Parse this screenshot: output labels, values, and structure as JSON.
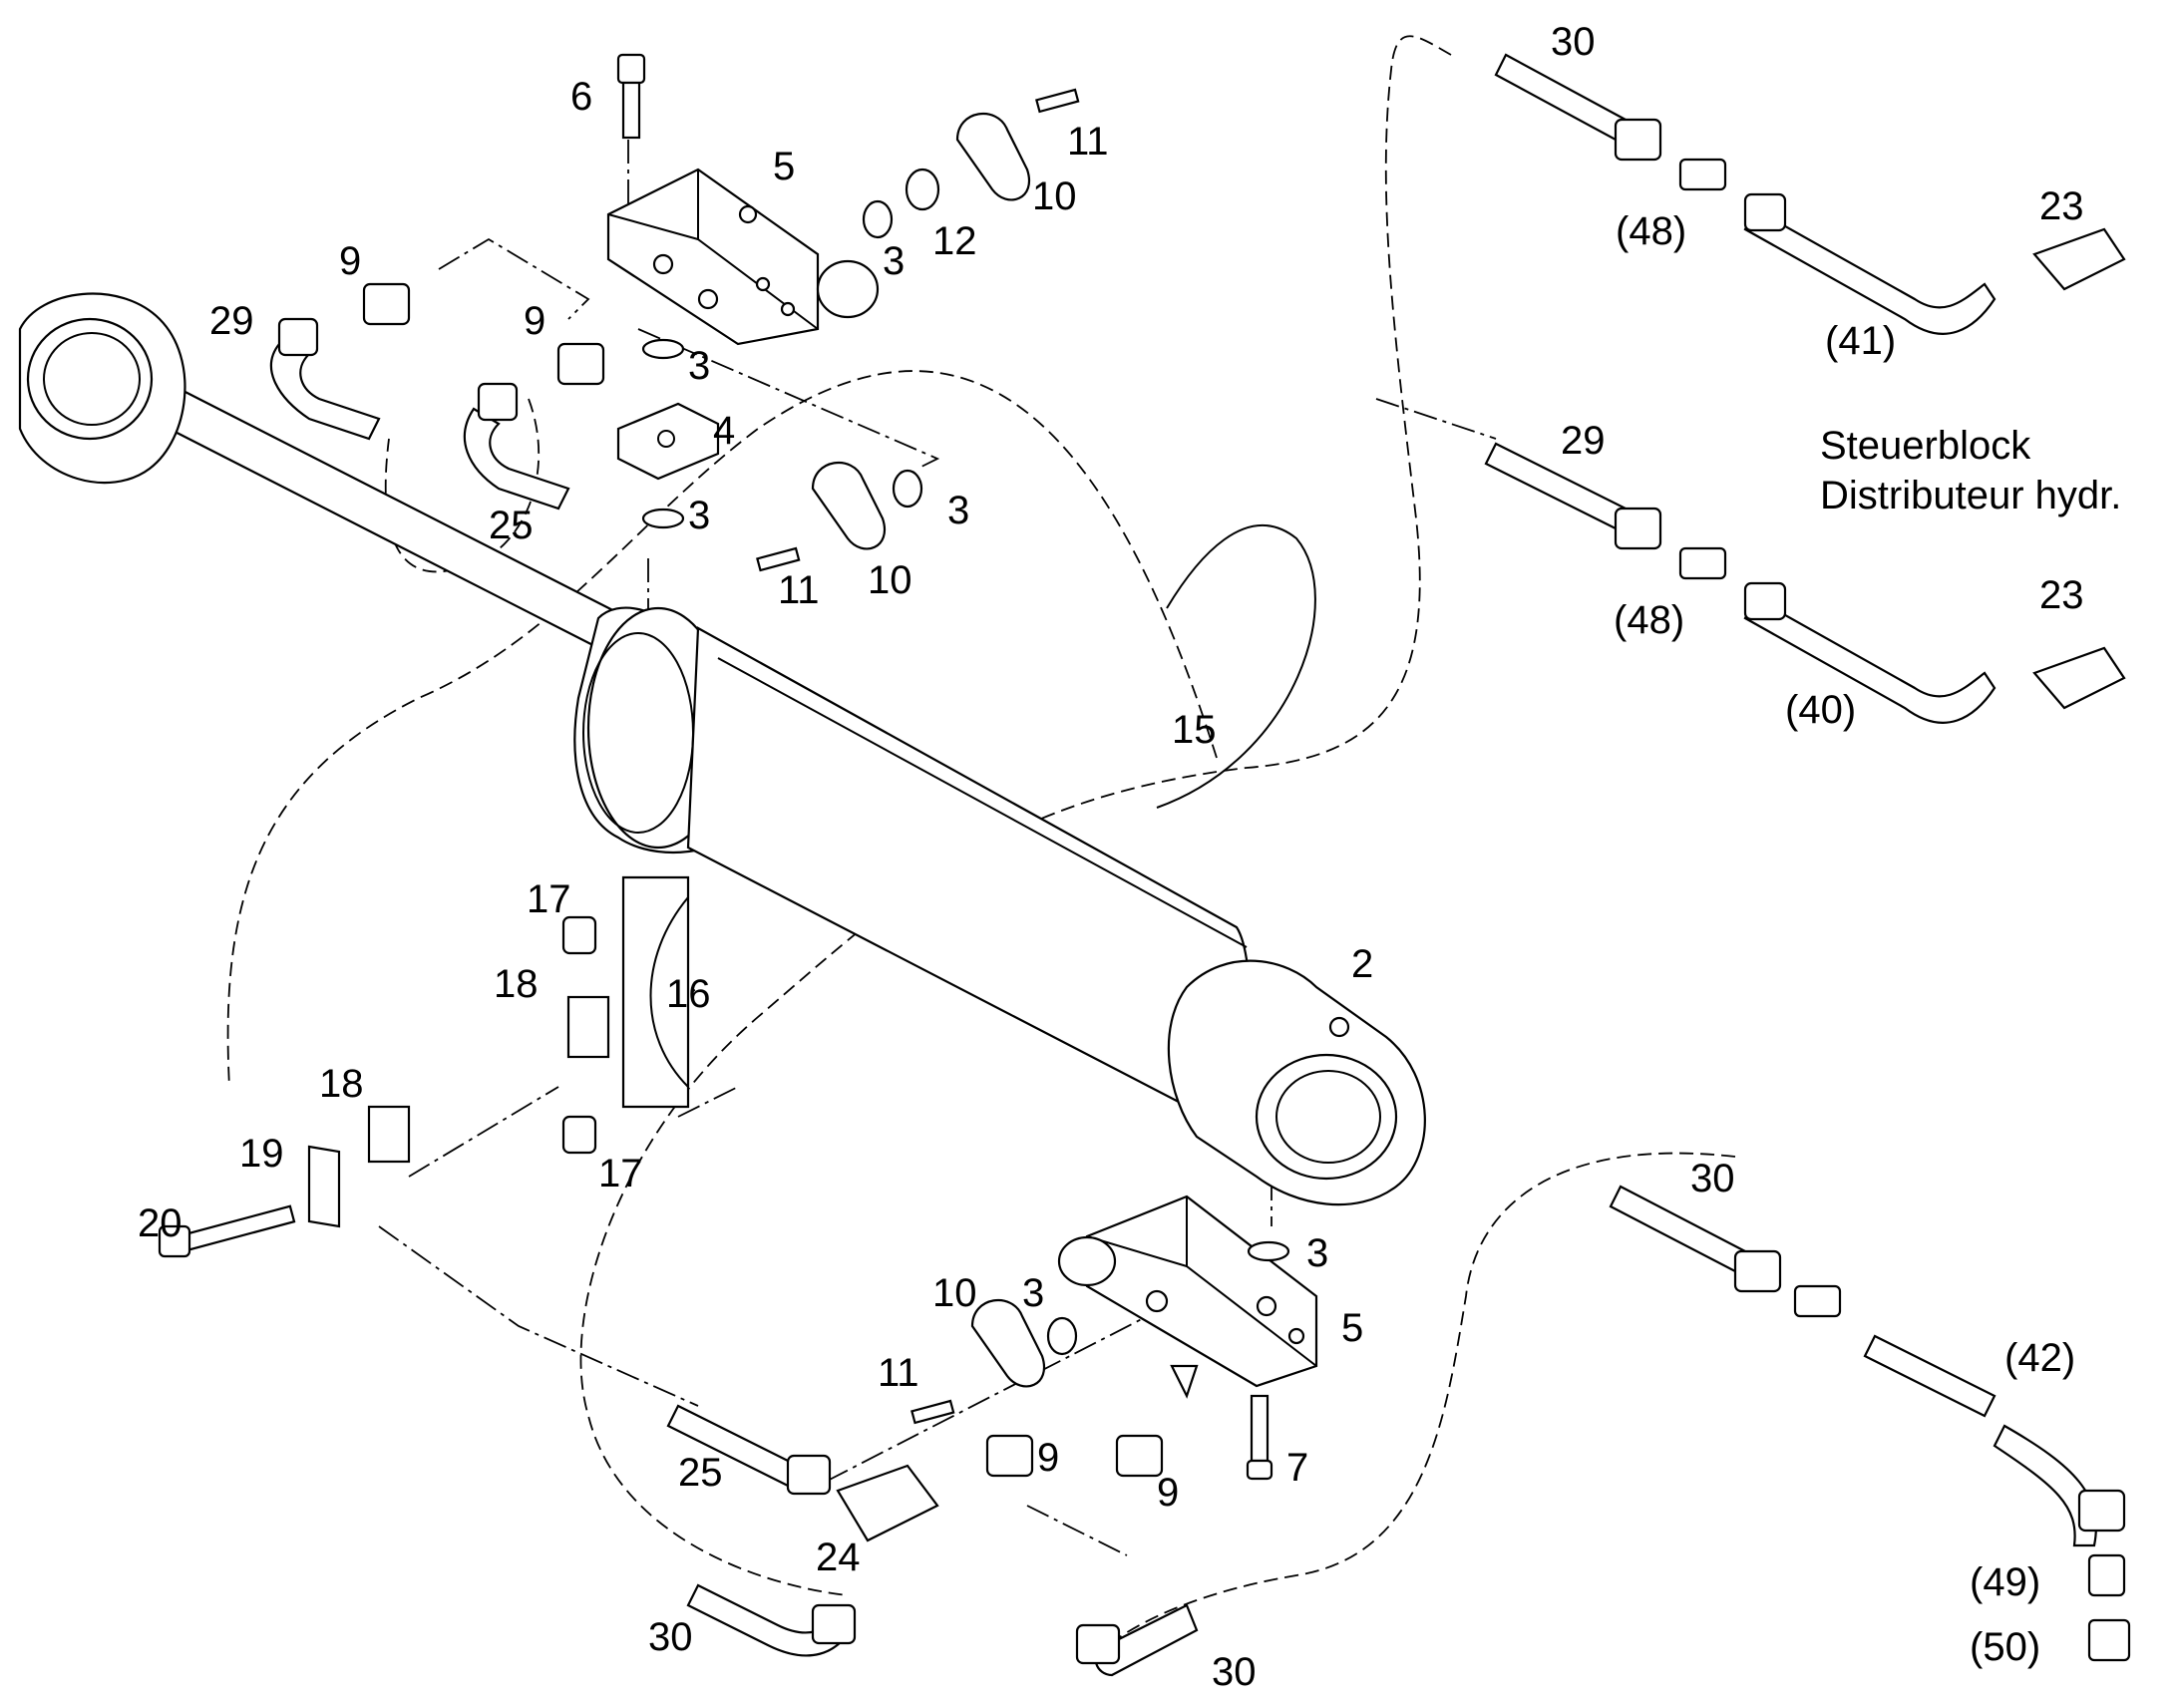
{
  "title": {
    "line1": "Steuerblock",
    "line2": "Distributeur hydr."
  },
  "labels": {
    "l2": "2",
    "l3a": "3",
    "l3b": "3",
    "l3c": "3",
    "l3d": "3",
    "l3e": "3",
    "l3f": "3",
    "l4": "4",
    "l5a": "5",
    "l5b": "5",
    "l6": "6",
    "l7": "7",
    "l9a": "9",
    "l9b": "9",
    "l9c": "9",
    "l9d": "9",
    "l10a": "10",
    "l10b": "10",
    "l10c": "10",
    "l11a": "11",
    "l11b": "11",
    "l11c": "11",
    "l12": "12",
    "l15": "15",
    "l16": "16",
    "l17a": "17",
    "l17b": "17",
    "l18a": "18",
    "l18b": "18",
    "l19": "19",
    "l20": "20",
    "l23a": "23",
    "l23b": "23",
    "l24": "24",
    "l25a": "25",
    "l25b": "25",
    "l29a": "29",
    "l29b": "29",
    "l30a": "30",
    "l30b": "30",
    "l30c": "30",
    "l30d": "30",
    "l40": "(40)",
    "l41": "(41)",
    "l42": "(42)",
    "l48a": "(48)",
    "l48b": "(48)",
    "l49": "(49)",
    "l50": "(50)"
  }
}
